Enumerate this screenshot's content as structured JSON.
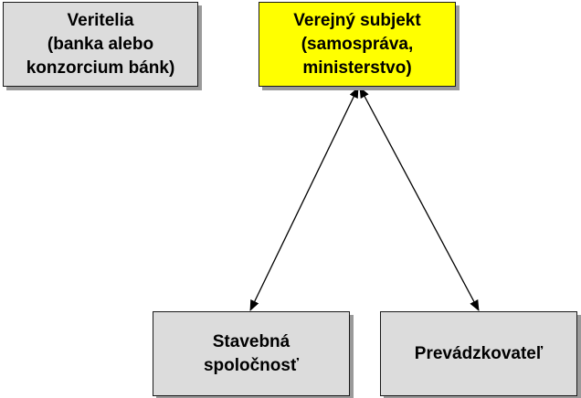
{
  "diagram": {
    "nodes": {
      "lenders": {
        "lines": [
          "Veritelia",
          "(banka alebo",
          "konzorcium bánk)"
        ],
        "fill": "#dcdcdc"
      },
      "public": {
        "lines": [
          "Verejný subjekt",
          "(samospráva,",
          "ministerstvo)"
        ],
        "fill": "#ffff00"
      },
      "builder": {
        "lines": [
          "Stavebná",
          "spoločnosť"
        ],
        "fill": "#dcdcdc"
      },
      "operator": {
        "lines": [
          "Prevádzkovateľ"
        ],
        "fill": "#dcdcdc"
      }
    },
    "edges": [
      {
        "from": "public",
        "to": "builder",
        "direction": "both"
      },
      {
        "from": "public",
        "to": "operator",
        "direction": "both"
      }
    ],
    "colors": {
      "border": "#1a1a1a",
      "shadow": "#9a9a9a",
      "line": "#000000"
    }
  }
}
